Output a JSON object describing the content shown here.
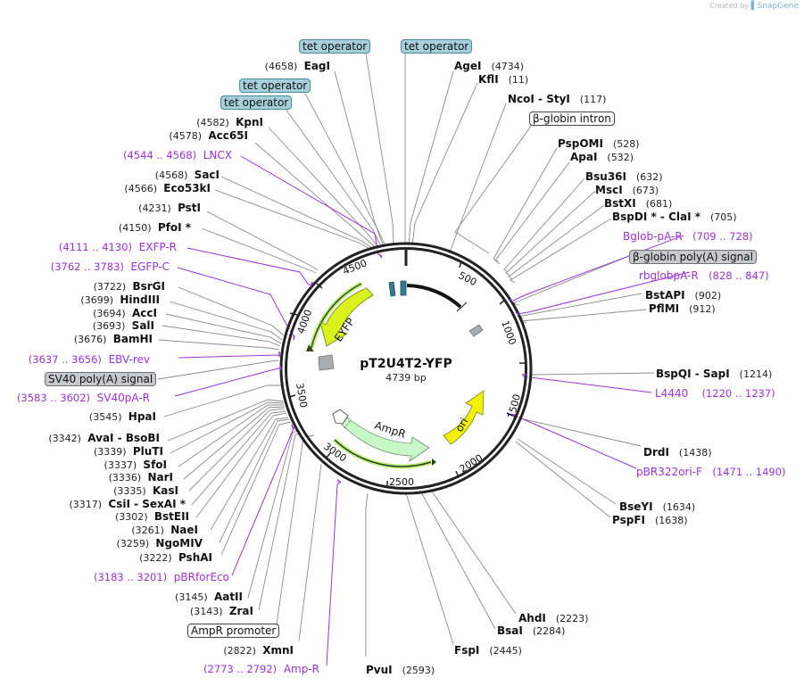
{
  "credit": {
    "prefix": "Created by",
    "brand": "SnapGene"
  },
  "plasmid": {
    "name": "pT2U4T2-YFP",
    "length_label": "4739 bp",
    "length": 4739
  },
  "colors": {
    "primer": "#9b30d9",
    "tet_operator": "#a6cfd9",
    "gray_feature": "#c7c9cc",
    "eyfp": "#d9f21c",
    "ampr": "#c8f7c8",
    "ori": "#f2f200",
    "backbone": "#222222"
  },
  "ticks": [
    "500",
    "1000",
    "1500",
    "2000",
    "2500",
    "3000",
    "3500",
    "4000",
    "4500"
  ],
  "map_features": [
    {
      "label": "EYFP",
      "type": "cds"
    },
    {
      "label": "AmpR",
      "type": "cds"
    },
    {
      "label": "ori",
      "type": "rep_origin"
    }
  ],
  "boxed_features": [
    {
      "label": "tet operator",
      "style": "tet"
    },
    {
      "label": "tet operator",
      "style": "tet"
    },
    {
      "label": "tet operator",
      "style": "tet"
    },
    {
      "label": "tet operator",
      "style": "tet"
    },
    {
      "label": "β-globin intron",
      "style": "plain"
    },
    {
      "label": "β-globin poly(A) signal",
      "style": "gray"
    },
    {
      "label": "SV40 poly(A) signal",
      "style": "gray"
    },
    {
      "label": "AmpR promoter",
      "style": "plain"
    }
  ],
  "sites_right": [
    {
      "name": "AgeI",
      "pos": "(4734)"
    },
    {
      "name": "KflI",
      "pos": "(11)"
    },
    {
      "name": "NcoI  - StyI",
      "pos": "(117)"
    },
    {
      "name": "PspOMI",
      "pos": "(528)"
    },
    {
      "name": "ApaI",
      "pos": "(532)"
    },
    {
      "name": "Bsu36I",
      "pos": "(632)"
    },
    {
      "name": "MscI",
      "pos": "(673)"
    },
    {
      "name": "BstXI",
      "pos": "(681)"
    },
    {
      "name": "BspDI *  - ClaI *",
      "pos": "(705)"
    },
    {
      "name": "BstAPI",
      "pos": "(902)"
    },
    {
      "name": "PflMI",
      "pos": "(912)"
    },
    {
      "name": "BspQI  - SapI",
      "pos": "(1214)"
    },
    {
      "name": "DrdI",
      "pos": "(1438)"
    },
    {
      "name": "BseYI",
      "pos": "(1634)"
    },
    {
      "name": "PspFI",
      "pos": "(1638)"
    },
    {
      "name": "AhdI",
      "pos": "(2223)"
    },
    {
      "name": "BsaI",
      "pos": "(2284)"
    },
    {
      "name": "FspI",
      "pos": "(2445)"
    },
    {
      "name": "PvuI",
      "pos": "(2593)"
    }
  ],
  "sites_left": [
    {
      "name": "EagI",
      "pos": "(4658)"
    },
    {
      "name": "KpnI",
      "pos": "(4582)"
    },
    {
      "name": "Acc65I",
      "pos": "(4578)"
    },
    {
      "name": "SacI",
      "pos": "(4568)"
    },
    {
      "name": "Eco53kI",
      "pos": "(4566)"
    },
    {
      "name": "PstI",
      "pos": "(4231)"
    },
    {
      "name": "PfoI *",
      "pos": "(4150)"
    },
    {
      "name": "BsrGI",
      "pos": "(3722)"
    },
    {
      "name": "HindIII",
      "pos": "(3699)"
    },
    {
      "name": "AccI",
      "pos": "(3694)"
    },
    {
      "name": "SalI",
      "pos": "(3693)"
    },
    {
      "name": "BamHI",
      "pos": "(3676)"
    },
    {
      "name": "HpaI",
      "pos": "(3545)"
    },
    {
      "name": "AvaI  - BsoBI",
      "pos": "(3342)"
    },
    {
      "name": "PluTI",
      "pos": "(3339)"
    },
    {
      "name": "SfoI",
      "pos": "(3337)"
    },
    {
      "name": "NarI",
      "pos": "(3336)"
    },
    {
      "name": "KasI",
      "pos": "(3335)"
    },
    {
      "name": "CsiI  - SexAI *",
      "pos": "(3317)"
    },
    {
      "name": "BstEII",
      "pos": "(3302)"
    },
    {
      "name": "NaeI",
      "pos": "(3261)"
    },
    {
      "name": "NgoMIV",
      "pos": "(3259)"
    },
    {
      "name": "PshAI",
      "pos": "(3222)"
    },
    {
      "name": "AatII",
      "pos": "(3145)"
    },
    {
      "name": "ZraI",
      "pos": "(3143)"
    },
    {
      "name": "XmnI",
      "pos": "(2822)"
    }
  ],
  "primers_right": [
    {
      "name": "Bglob-pA-R",
      "pos": "(709 .. 728)"
    },
    {
      "name": "rbglobpA-R",
      "pos": "(828 .. 847)"
    },
    {
      "name": "L4440",
      "pos": "(1220 .. 1237)"
    },
    {
      "name": "pBR322ori-F",
      "pos": "(1471 .. 1490)"
    }
  ],
  "primers_left": [
    {
      "name": "LNCX",
      "pos": "(4544 .. 4568)"
    },
    {
      "name": "EXFP-R",
      "pos": "(4111 .. 4130)"
    },
    {
      "name": "EGFP-C",
      "pos": "(3762 .. 3783)"
    },
    {
      "name": "EBV-rev",
      "pos": "(3637 .. 3656)"
    },
    {
      "name": "SV40pA-R",
      "pos": "(3583 .. 3602)"
    },
    {
      "name": "pBRforEco",
      "pos": "(3183 .. 3201)"
    },
    {
      "name": "Amp-R",
      "pos": "(2773 .. 2792)"
    }
  ]
}
